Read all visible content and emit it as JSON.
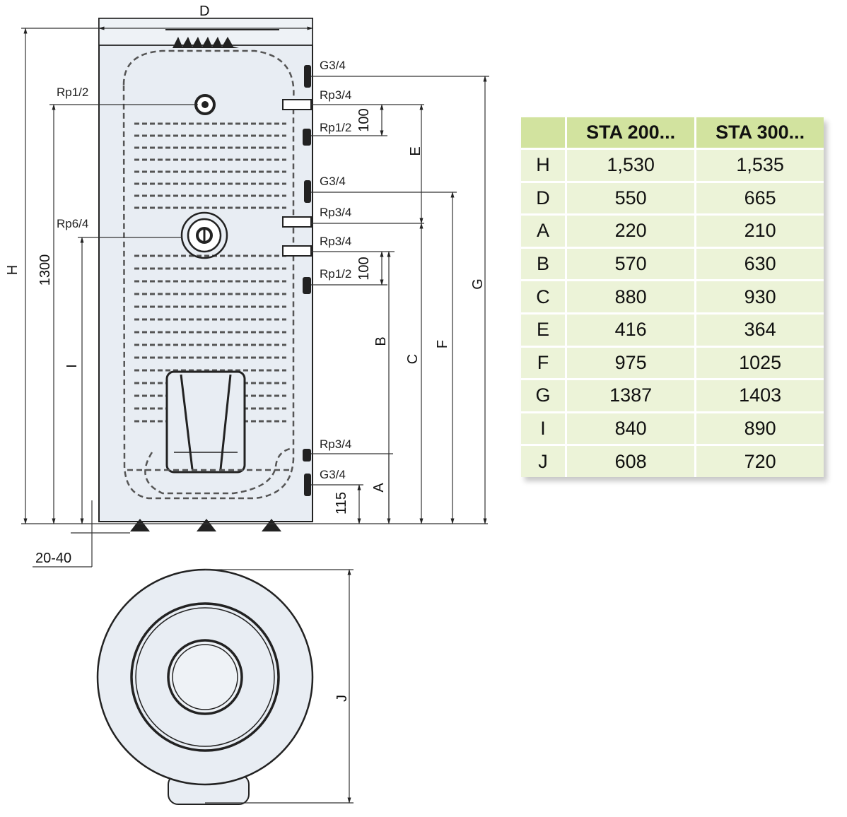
{
  "drawing": {
    "top_width_label": "D",
    "connections": [
      "G3/4",
      "Rp3/4",
      "Rp1/2",
      "G3/4",
      "Rp3/4",
      "Rp3/4",
      "Rp1/2",
      "Rp3/4",
      "G3/4"
    ],
    "left_ports": [
      "Rp1/2",
      "Rp6/4"
    ],
    "spacing_labels": [
      "100",
      "100",
      "115"
    ],
    "left_dims": {
      "height": "H",
      "level": "1300",
      "i": "I"
    },
    "right_dims": {
      "e": "E",
      "b": "B",
      "c": "C",
      "f": "F",
      "g": "G",
      "a": "A"
    },
    "foot_label": "20-40",
    "plan_dim": "J"
  },
  "table": {
    "headers": [
      "",
      "STA 200...",
      "STA 300..."
    ],
    "rows": [
      [
        "H",
        "1,530",
        "1,535"
      ],
      [
        "D",
        "550",
        "665"
      ],
      [
        "A",
        "220",
        "210"
      ],
      [
        "B",
        "570",
        "630"
      ],
      [
        "C",
        "880",
        "930"
      ],
      [
        "E",
        "416",
        "364"
      ],
      [
        "F",
        "975",
        "1025"
      ],
      [
        "G",
        "1387",
        "1403"
      ],
      [
        "I",
        "840",
        "890"
      ],
      [
        "J",
        "608",
        "720"
      ]
    ]
  },
  "colors": {
    "table_header": "#d2e39f",
    "table_body": "#ecf3d8",
    "tank_fill": "#e8edf3"
  }
}
